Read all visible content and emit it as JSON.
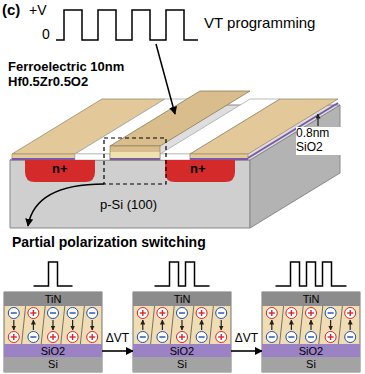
{
  "diagram": {
    "nodes": [
      {
        "text": [
          "TiN"
        ]
      },
      {
        "text": [
          "SiO2"
        ]
      },
      {
        "text": [
          "Si"
        ]
      },
      {
        "text": [
          "TiN"
        ]
      },
      {
        "text": [
          "SiO2"
        ]
      },
      {
        "text": [
          "Si"
        ]
      },
      {
        "text": [
          "TiN"
        ]
      },
      {
        "text": [
          "SiO2"
        ]
      },
      {
        "text": [
          "Si"
        ]
      }
    ],
    "edges": [
      {
        "from": 1,
        "to": 4,
        "arrow": "to",
        "label": "ΔVT"
      },
      {
        "from": 4,
        "to": 7,
        "arrow": "to",
        "label": "ΔVT"
      }
    ],
    "labels": [
      "(c)",
      "+V",
      "0",
      "VT programming",
      "Ferroelectric 10nm Hf0.5Zr0.5O2",
      "0.8nm SiO2",
      "n+",
      "n+",
      "p-Si (100)",
      "Partial polarization switching"
    ]
  }
}
